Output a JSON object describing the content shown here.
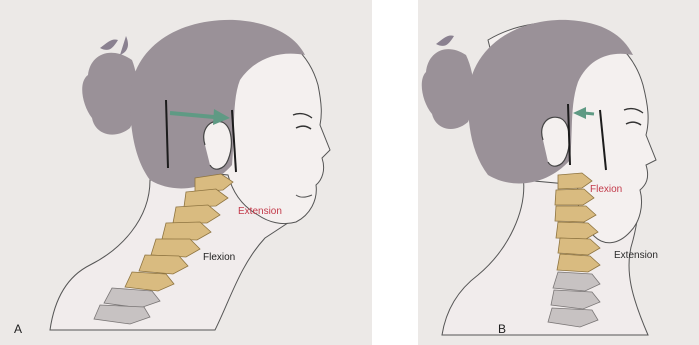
{
  "panels": [
    {
      "id": "A",
      "label": "A",
      "labels": {
        "flexion": "Flexion",
        "extension": "Extension"
      }
    },
    {
      "id": "B",
      "label": "B",
      "labels": {
        "flexion": "Flexion",
        "extension": "Extension"
      }
    }
  ],
  "colors": {
    "paper": "#ece9e7",
    "skin": "#f3efee",
    "hair": "#9a9198",
    "hair_dark": "#7e7580",
    "arrow": "#5f9a84",
    "vertebra": "#d9bb80",
    "vertebra_lower": "#c7c2c2",
    "flexion_text": "#1e1e1e",
    "extension_text_a": "#c33a4a",
    "extension_text_b": "#2a2a2a",
    "flexion_text_b": "#c33a4a"
  }
}
